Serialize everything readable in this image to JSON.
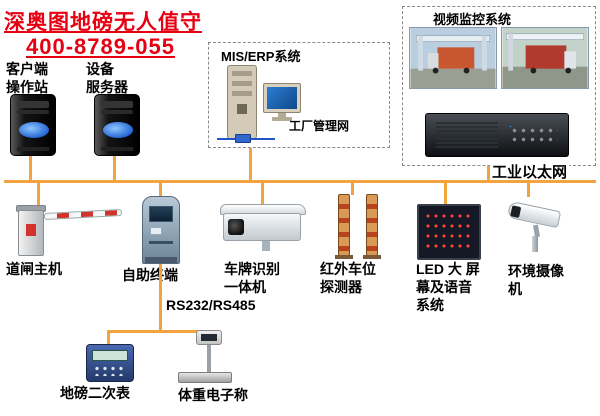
{
  "header": {
    "title": "深奥图地磅无人值守",
    "phone": "400-8789-055"
  },
  "colors": {
    "accent_red": "#e60012",
    "bus_orange": "#f2a33e",
    "box_border": "#8a8a8a"
  },
  "network": {
    "bus_label": "工业以太网",
    "serial_label": "RS232/RS485"
  },
  "groups": {
    "mis": {
      "title": "MIS/ERP系统",
      "net_label": "工厂管理网"
    },
    "video": {
      "title": "视频监控系统"
    }
  },
  "devices": {
    "client": "客户端\n操作站",
    "server": "设备\n服务器",
    "barrier": "道闸主机",
    "kiosk": "自助终端",
    "lpr": "车牌识别\n一体机",
    "infrared": "红外车位\n探测器",
    "led": "LED 大 屏\n幕及语音\n系统",
    "env_camera": "环境摄像\n机",
    "indicator": "地磅二次表",
    "scale": "体重电子称"
  },
  "icons": {
    "client-station-icon": "computer-tower",
    "device-server-icon": "computer-tower",
    "erp-server-icon": "server-tower",
    "workstation-monitor-icon": "crt-monitor",
    "dvr-recorder-icon": "dvr-unit",
    "barrier-gate-icon": "boom-barrier",
    "kiosk-icon": "self-service-terminal",
    "lpr-camera-icon": "camera-housing",
    "infrared-detector-icon": "sensor-posts",
    "led-display-icon": "led-matrix-panel",
    "env-camera-icon": "cctv-camera",
    "weighing-indicator-icon": "weight-indicator",
    "platform-scale-icon": "platform-scale"
  }
}
